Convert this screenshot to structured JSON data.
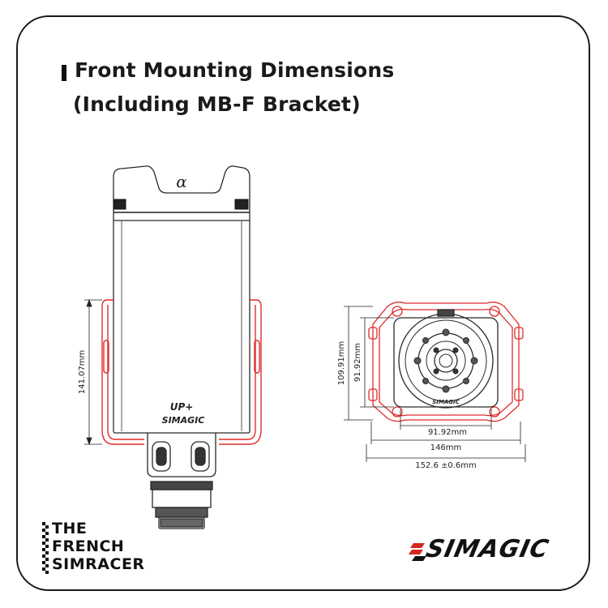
{
  "title": {
    "line1": "Front Mounting Dimensions",
    "line2": "(Including MB-F Bracket)"
  },
  "side_view": {
    "top_mark": "α",
    "up_mark": "UP+",
    "brand_mark": "SIMAGIC",
    "height_dimension": "141.07mm"
  },
  "front_view": {
    "brand_mark": "SIMAGIC",
    "dim_outer_height": "109.91mm",
    "dim_inner_height": "91.92mm",
    "dim_inner_width": "91.92mm",
    "dim_bracket_width": "146mm",
    "dim_total_width": "152.6 ±0.6mm"
  },
  "badge": {
    "lines": [
      "THE",
      "FRENCH",
      "SIMRACER"
    ]
  },
  "logo": {
    "text": "SIMAGIC"
  },
  "colors": {
    "outline": "#2a2a2a",
    "bracket": "#e02a2a",
    "brand_red": "#d6281f",
    "border": "#1a1a1a"
  }
}
